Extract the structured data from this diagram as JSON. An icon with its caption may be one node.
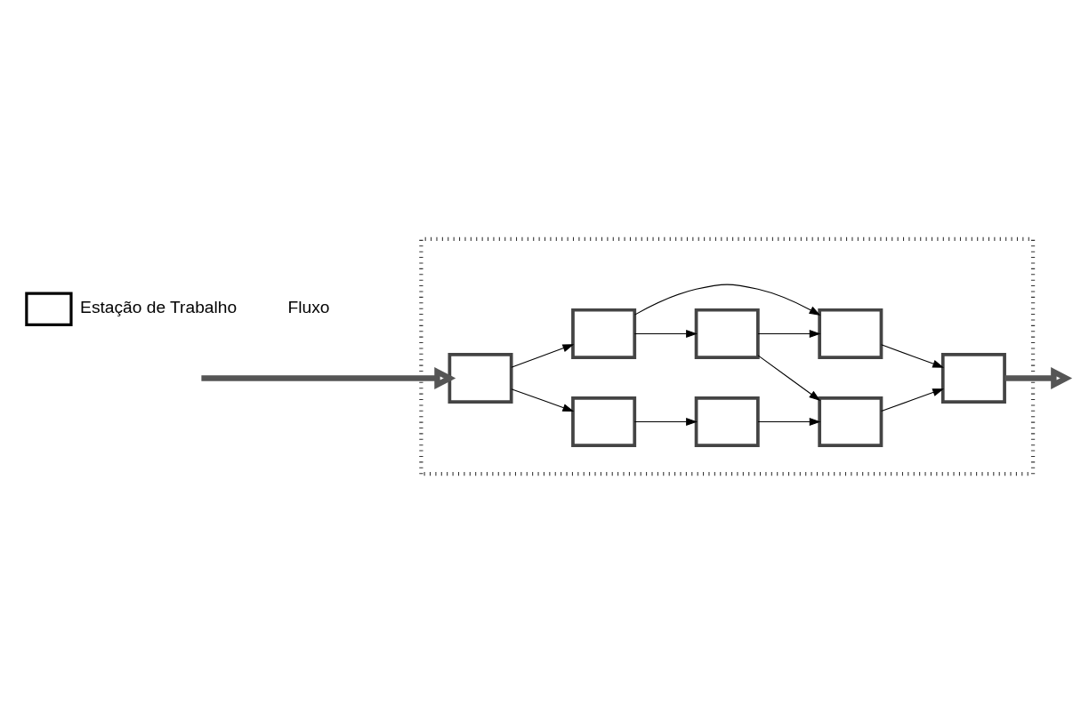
{
  "diagram": {
    "nodes": [
      {
        "text": [],
        "shape": "box"
      },
      {
        "text": [],
        "shape": "box",
        "in": 0
      },
      {
        "text": [],
        "shape": "box",
        "in": 0
      },
      {
        "text": [],
        "shape": "box",
        "in": 0
      },
      {
        "text": [],
        "shape": "box",
        "in": 0
      },
      {
        "text": [],
        "shape": "box",
        "in": 0
      },
      {
        "text": [],
        "shape": "box",
        "in": 0
      },
      {
        "text": [],
        "shape": "box",
        "in": 0
      },
      {
        "text": [],
        "shape": "box",
        "in": 0
      }
    ],
    "edges": [
      {
        "from": null,
        "to": 1,
        "arrow": "to",
        "style": "thick"
      },
      {
        "from": 1,
        "to": 2,
        "arrow": "to"
      },
      {
        "from": 1,
        "to": 4,
        "arrow": "to"
      },
      {
        "from": 2,
        "to": 3,
        "arrow": "to"
      },
      {
        "from": 3,
        "to": 6,
        "arrow": "to"
      },
      {
        "from": 4,
        "to": 5,
        "arrow": "to"
      },
      {
        "from": 4,
        "to": 7,
        "arrow": "to"
      },
      {
        "from": 5,
        "to": 6,
        "arrow": "to"
      },
      {
        "from": 5,
        "to": 7,
        "arrow": "to"
      },
      {
        "from": 6,
        "to": 8,
        "arrow": "to"
      },
      {
        "from": 7,
        "to": 8,
        "arrow": "to"
      },
      {
        "from": 8,
        "to": null,
        "arrow": "to",
        "style": "thick"
      }
    ],
    "legend": [
      {
        "text": "Estação de Trabalho"
      },
      {
        "text": "Fluxo"
      }
    ]
  }
}
